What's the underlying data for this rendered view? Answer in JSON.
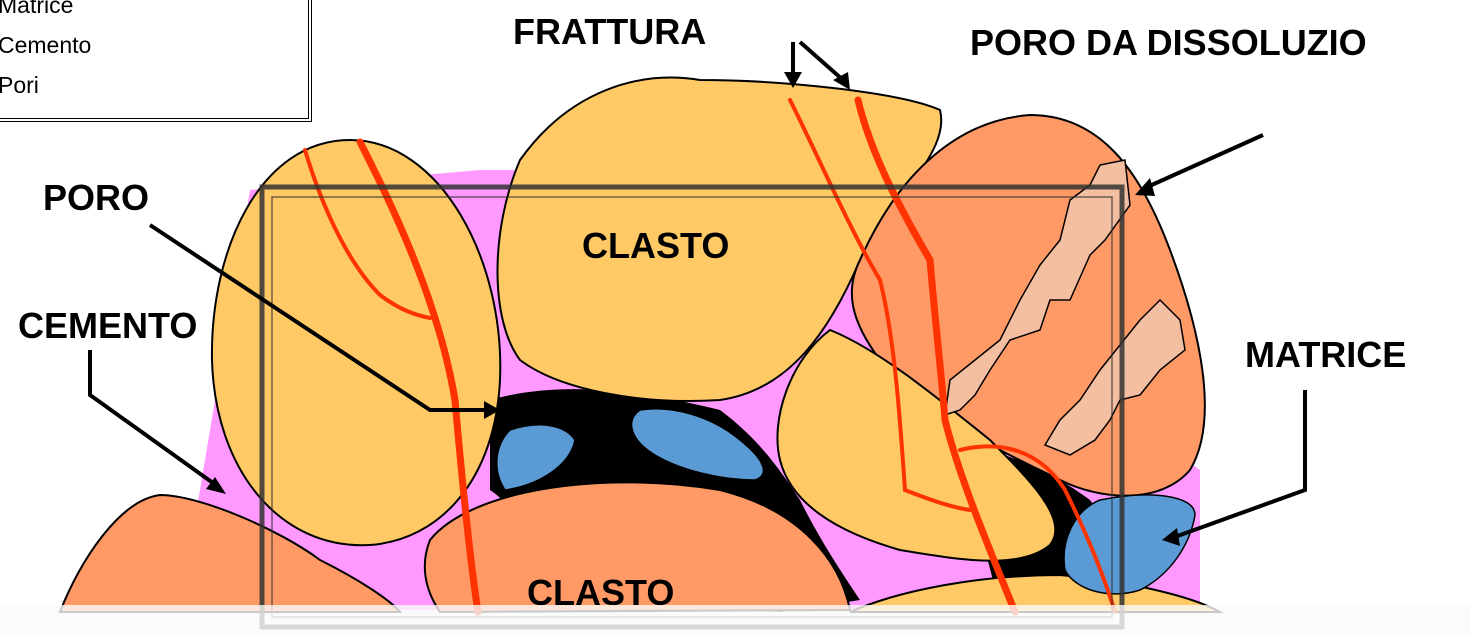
{
  "legend": {
    "items": [
      "Matrice",
      "Cemento",
      "Pori"
    ]
  },
  "labels": {
    "frattura": "FRATTURA",
    "poro_dissoluzione": "PORO DA DISSOLUZIO",
    "poro": "PORO",
    "cemento": "CEMENTO",
    "matrice": "MATRICE",
    "clasto_top": "CLASTO",
    "clasto_bottom": "CLASTO"
  },
  "colors": {
    "clast_yellow": "#FFC966",
    "clast_orange": "#FF9966",
    "cement_pink": "#FF99FF",
    "matrix_black": "#000000",
    "pore_blue": "#5B9BD5",
    "fracture_red": "#FF3300",
    "dissolution_pore": "#F3BFA0"
  }
}
